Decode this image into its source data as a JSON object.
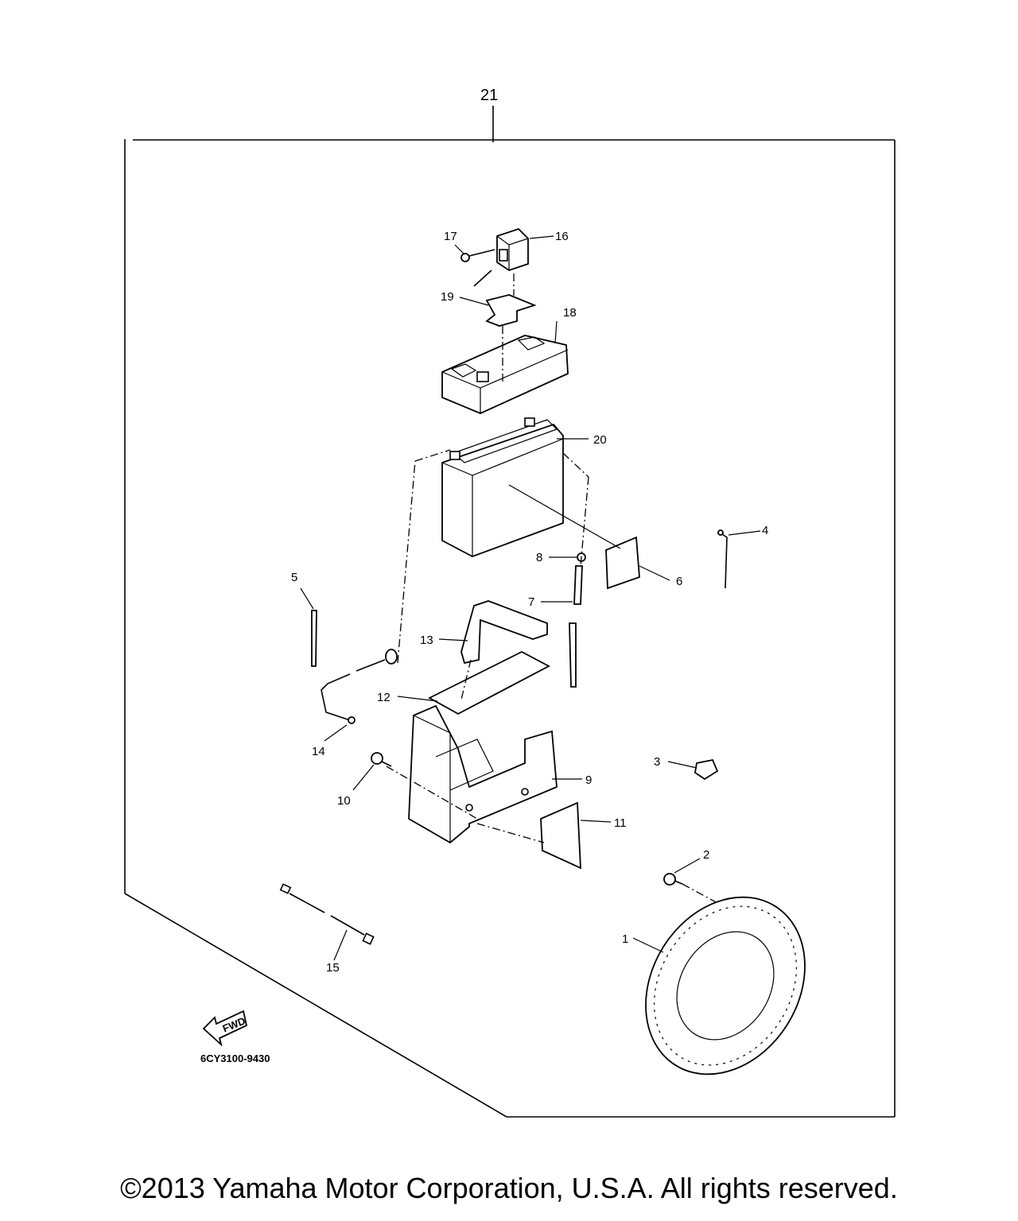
{
  "kit_label": "21",
  "part_labels": [
    "1",
    "2",
    "3",
    "4",
    "5",
    "6",
    "7",
    "8",
    "9",
    "10",
    "11",
    "12",
    "13",
    "14",
    "15",
    "16",
    "17",
    "18",
    "19",
    "20"
  ],
  "fwd_text": "FWD",
  "drawing_code": "6CY3100-9430",
  "copyright": "©2013 Yamaha Motor Corporation, U.S.A. All rights reserved."
}
